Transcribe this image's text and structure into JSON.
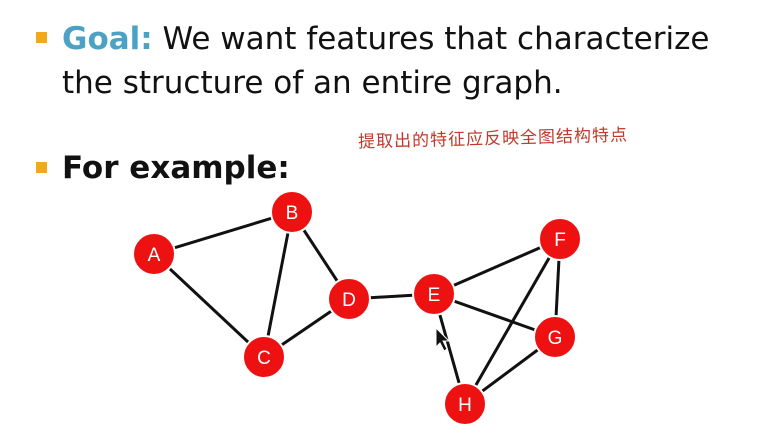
{
  "goal": {
    "keyword": "Goal:",
    "text": "We want features that characterize the structure of an entire graph."
  },
  "example": {
    "label": "For example:"
  },
  "annotation": {
    "text": "提取出的特征应反映全图结构特点"
  },
  "graph": {
    "node_color": "#ee1111",
    "nodes": [
      "A",
      "B",
      "C",
      "D",
      "E",
      "F",
      "G",
      "H"
    ],
    "edges": [
      [
        "A",
        "B"
      ],
      [
        "A",
        "C"
      ],
      [
        "B",
        "C"
      ],
      [
        "B",
        "D"
      ],
      [
        "C",
        "D"
      ],
      [
        "D",
        "E"
      ],
      [
        "E",
        "F"
      ],
      [
        "E",
        "G"
      ],
      [
        "E",
        "H"
      ],
      [
        "F",
        "G"
      ],
      [
        "F",
        "H"
      ],
      [
        "G",
        "H"
      ]
    ]
  },
  "cursor": "arrow-cursor-icon"
}
